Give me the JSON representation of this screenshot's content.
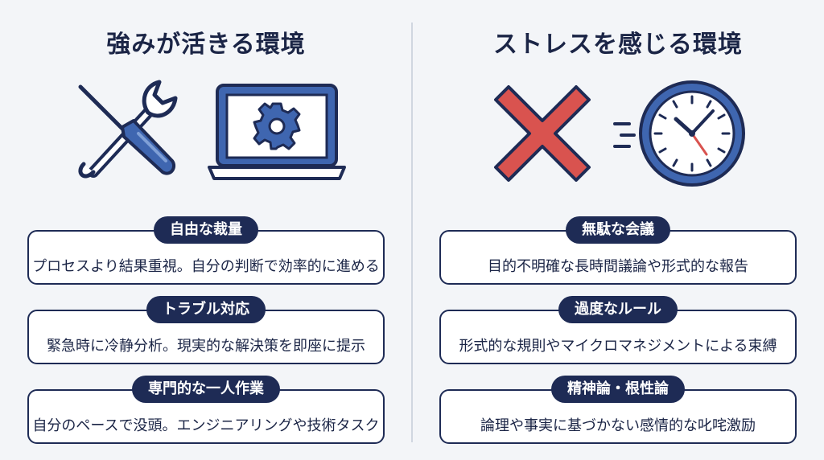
{
  "left": {
    "title": "強みが活きる環境",
    "icons": [
      "wrench-screwdriver-icon",
      "laptop-gear-icon"
    ],
    "items": [
      {
        "label": "自由な裁量",
        "text": "プロセスより結果重視。自分の判断で効率的に進める"
      },
      {
        "label": "トラブル対応",
        "text": "緊急時に冷静分析。現実的な解決策を即座に提示"
      },
      {
        "label": "専門的な一人作業",
        "text": "自分のペースで没頭。エンジニアリングや技術タスク"
      }
    ]
  },
  "right": {
    "title": "ストレスを感じる環境",
    "icons": [
      "cross-icon",
      "clock-icon"
    ],
    "items": [
      {
        "label": "無駄な会議",
        "text": "目的不明確な長時間議論や形式的な報告"
      },
      {
        "label": "過度なルール",
        "text": "形式的な規則やマイクロマネジメントによる束縛"
      },
      {
        "label": "精神論・根性論",
        "text": "論理や事実に基づかない感情的な叱咤激励"
      }
    ]
  },
  "colors": {
    "navy": "#1e2b55",
    "accent_blue": "#3f66b0",
    "cross_red": "#d9534f",
    "background": "#f3f5f8"
  }
}
